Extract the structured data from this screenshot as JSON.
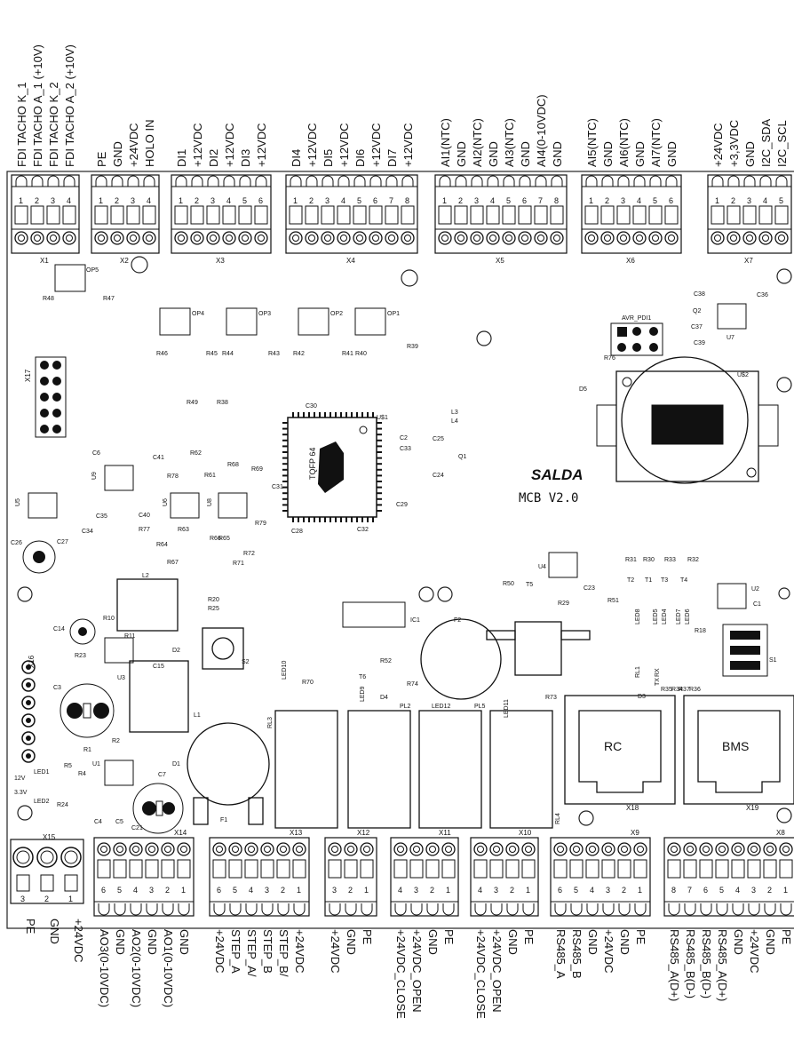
{
  "board": {
    "brand": "SALDA",
    "model": "MCB V2.0",
    "mcu_label": "TQFP 64",
    "mcu_ref": "U$1",
    "pdi_label": "AVR_PDI1",
    "battery_ref": "U$2"
  },
  "top_connectors": [
    {
      "name": "X1",
      "pins": [
        "1",
        "2",
        "3",
        "4"
      ],
      "signals": [
        "FDI TACHO K_1",
        "FDI TACHO A_1 (+10V)",
        "FDI TACHO K_2",
        "FDI TACHO A_2 (+10V)"
      ]
    },
    {
      "name": "X2",
      "pins": [
        "1",
        "2",
        "3",
        "4"
      ],
      "signals": [
        "PE",
        "GND",
        "+24VDC",
        "HOLO IN"
      ]
    },
    {
      "name": "X3",
      "pins": [
        "1",
        "2",
        "3",
        "4",
        "5",
        "6"
      ],
      "signals": [
        "DI1",
        "+12VDC",
        "DI2",
        "+12VDC",
        "DI3",
        "+12VDC"
      ]
    },
    {
      "name": "X4",
      "pins": [
        "1",
        "2",
        "3",
        "4",
        "5",
        "6",
        "7",
        "8"
      ],
      "signals": [
        "DI4",
        "+12VDC",
        "DI5",
        "+12VDC",
        "DI6",
        "+12VDC",
        "DI7",
        "+12VDC"
      ]
    },
    {
      "name": "X5",
      "pins": [
        "1",
        "2",
        "3",
        "4",
        "5",
        "6",
        "7",
        "8"
      ],
      "signals": [
        "AI1(NTC)",
        "GND",
        "AI2(NTC)",
        "GND",
        "AI3(NTC)",
        "GND",
        "AI4(0-10VDC)",
        "GND"
      ]
    },
    {
      "name": "X6",
      "pins": [
        "1",
        "2",
        "3",
        "4",
        "5",
        "6"
      ],
      "signals": [
        "AI5(NTC)",
        "GND",
        "AI6(NTC)",
        "GND",
        "AI7(NTC)",
        "GND"
      ]
    },
    {
      "name": "X7",
      "pins": [
        "1",
        "2",
        "3",
        "4",
        "5"
      ],
      "signals": [
        "+24VDC",
        "+3,3VDC",
        "GND",
        "I2C_SDA",
        "I2C_SCL"
      ]
    }
  ],
  "bottom_connectors": [
    {
      "name": "X15",
      "pins": [
        "3",
        "2",
        "1"
      ],
      "signals": [
        "PE",
        "GND",
        "+24VDC"
      ]
    },
    {
      "name": "X14",
      "pins": [
        "6",
        "5",
        "4",
        "3",
        "2",
        "1"
      ],
      "signals": [
        "AO3(0-10VDC)",
        "GND",
        "AO2(0-10VDC)",
        "GND",
        "AO1(0-10VDC)",
        "GND"
      ]
    },
    {
      "name": "X13",
      "pins": [
        "6",
        "5",
        "4",
        "3",
        "2",
        "1"
      ],
      "signals": [
        "+24VDC",
        "STEP_A",
        "STEP_A/",
        "STEP_B",
        "STEP_B/",
        "+24VDC"
      ]
    },
    {
      "name": "X12",
      "pins": [
        "3",
        "2",
        "1"
      ],
      "signals": [
        "+24VDC",
        "GND",
        "PE"
      ]
    },
    {
      "name": "X11",
      "pins": [
        "4",
        "3",
        "2",
        "1"
      ],
      "signals": [
        "+24VDC_CLOSE",
        "+24VDC_OPEN",
        "GND",
        "PE"
      ]
    },
    {
      "name": "X10",
      "pins": [
        "4",
        "3",
        "2",
        "1"
      ],
      "signals": [
        "+24VDC_CLOSE",
        "+24VDC_OPEN",
        "GND",
        "PE"
      ]
    },
    {
      "name": "X9",
      "pins": [
        "6",
        "5",
        "4",
        "3",
        "2",
        "1"
      ],
      "signals": [
        "RS485_A",
        "RS485_B",
        "GND",
        "+24VDC",
        "GND",
        "PE"
      ]
    },
    {
      "name": "X8",
      "pins": [
        "8",
        "7",
        "6",
        "5",
        "4",
        "3",
        "2",
        "1"
      ],
      "signals": [
        "RS485_A(D+)",
        "RS485_B(D-)",
        "RS485_B(D-)",
        "RS485_A(D+)",
        "GND",
        "+24VDC",
        "GND",
        "PE"
      ]
    }
  ],
  "rj_jacks": [
    {
      "name": "RC",
      "ref": "X18"
    },
    {
      "name": "BMS",
      "ref": "X19"
    }
  ],
  "relays": [
    "RL3",
    "PL2",
    "PL5",
    "RL4",
    "RL1"
  ],
  "leds": [
    "LED10",
    "LED9",
    "LED12",
    "LED11",
    "LED8",
    "LED5",
    "LED4",
    "LED7",
    "LED6",
    "LED1",
    "LED2"
  ],
  "led_labels": {
    "v12": "12V",
    "v33": "3.3V",
    "rx": "RX",
    "tx": "TX"
  },
  "headers": {
    "x17": "X17",
    "x16": "X16"
  },
  "chips": [
    "U9",
    "U6",
    "U8",
    "U5",
    "U3",
    "U1",
    "U4",
    "U2",
    "U7",
    "IC1",
    "Q1",
    "Q2",
    "F1",
    "F2",
    "L1",
    "L2",
    "L3",
    "L4",
    "S1",
    "S2",
    "T5",
    "T6",
    "T1",
    "T2",
    "T3",
    "T4"
  ],
  "optos": [
    "OP1",
    "OP2",
    "OP3",
    "OP4",
    "OP5"
  ],
  "resistors": [
    "R48",
    "R47",
    "R46",
    "R45",
    "R44",
    "R43",
    "R42",
    "R41",
    "R40",
    "R39",
    "R49",
    "R38",
    "R62",
    "R61",
    "R78",
    "R68",
    "R69",
    "R79",
    "R63",
    "R64",
    "R66",
    "R65",
    "R67",
    "R71",
    "R72",
    "R76",
    "R77",
    "R10",
    "R11",
    "R23",
    "R2",
    "R1",
    "R4",
    "R5",
    "R24",
    "R70",
    "R74",
    "R73",
    "R50",
    "R51",
    "R29",
    "R31",
    "R30",
    "R33",
    "R32",
    "R18",
    "R35",
    "R34",
    "R37",
    "R36",
    "R52",
    "R20",
    "R25"
  ],
  "capacitors": [
    "C30",
    "C2",
    "C33",
    "C25",
    "C24",
    "C31",
    "C29",
    "C28",
    "C32",
    "C41",
    "C6",
    "C40",
    "C35",
    "C34",
    "C26",
    "C27",
    "C14",
    "C15",
    "C3",
    "C7",
    "C21",
    "C4",
    "C5",
    "C36",
    "C37",
    "C38",
    "C39",
    "C23",
    "C1"
  ],
  "diodes": [
    "D5",
    "D2",
    "D1",
    "D3",
    "D4"
  ]
}
